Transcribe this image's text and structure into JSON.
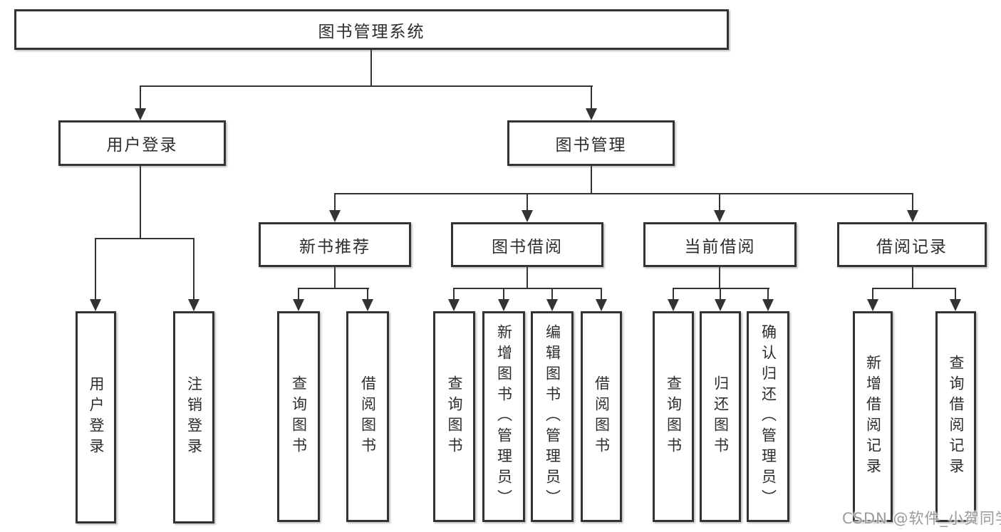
{
  "diagram": {
    "title": "图书管理系统",
    "nodes": {
      "root": "图书管理系统",
      "login": {
        "label": "用户登录",
        "children": [
          "用户登录",
          "注销登录"
        ]
      },
      "mgmt": {
        "label": "图书管理",
        "groups": [
          {
            "label": "新书推荐",
            "children": [
              "查询图书",
              "借阅图书"
            ]
          },
          {
            "label": "图书借阅",
            "children": [
              "查询图书",
              "新增图书（管理员）",
              "编辑图书（管理员）",
              "借阅图书"
            ]
          },
          {
            "label": "当前借阅",
            "children": [
              "查询图书",
              "归还图书",
              "确认归还（管理员）"
            ]
          },
          {
            "label": "借阅记录",
            "children": [
              "新增借阅记录",
              "查询借阅记录"
            ]
          }
        ]
      }
    },
    "colors": {
      "line": "#333333",
      "text": "#2d2d2d",
      "background": "#ffffff",
      "watermark": "#9a9a9a"
    }
  },
  "watermark": {
    "text": "CSDN @软件_小贺同学"
  }
}
